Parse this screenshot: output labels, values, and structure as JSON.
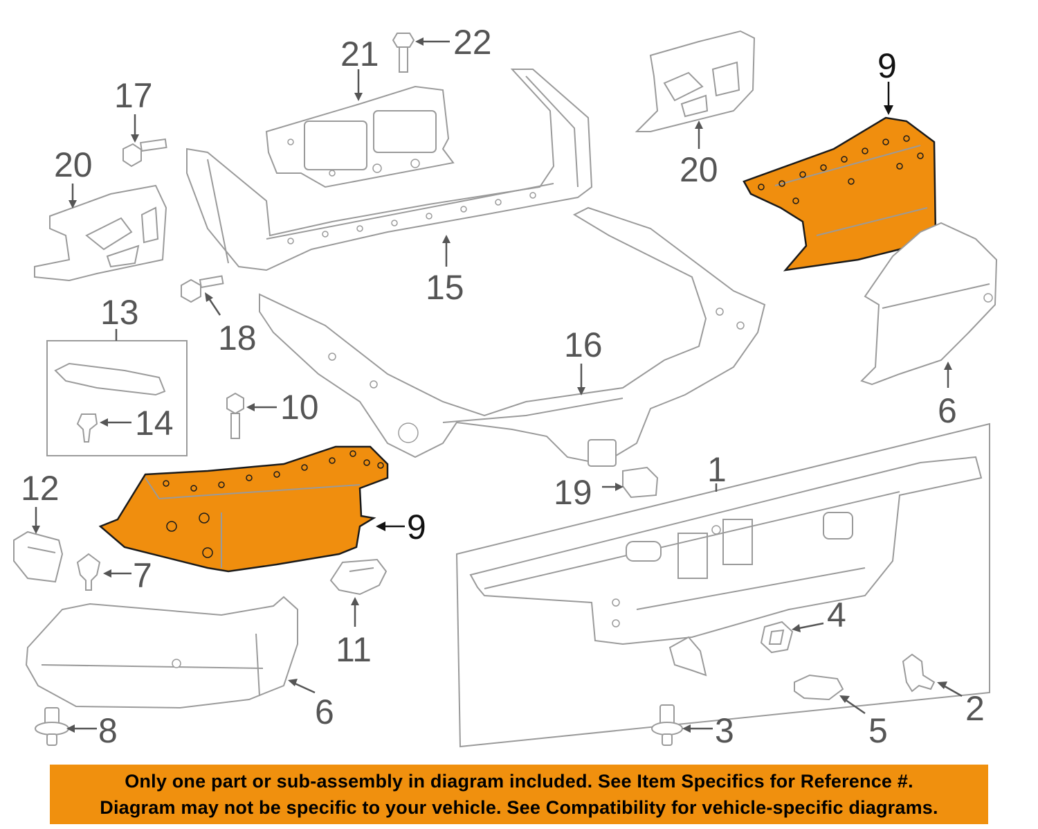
{
  "colors": {
    "highlight": "#F08E0E",
    "outline": "#9A9A9A",
    "label": "#555555",
    "banner_bg": "#F0900E"
  },
  "callouts": {
    "c1": "1",
    "c2": "2",
    "c3": "3",
    "c4": "4",
    "c5": "5",
    "c6a": "6",
    "c6b": "6",
    "c7": "7",
    "c8": "8",
    "c9a": "9",
    "c9b": "9",
    "c10": "10",
    "c11": "11",
    "c12": "12",
    "c13": "13",
    "c14": "14",
    "c15": "15",
    "c16": "16",
    "c17": "17",
    "c18": "18",
    "c19": "19",
    "c20a": "20",
    "c20b": "20",
    "c21": "21",
    "c22": "22"
  },
  "banner": {
    "line1": "Only one part or sub-assembly in diagram included. See Item Specifics for Reference #.",
    "line2": "Diagram may not be specific to your vehicle. See Compatibility for vehicle-specific diagrams."
  }
}
